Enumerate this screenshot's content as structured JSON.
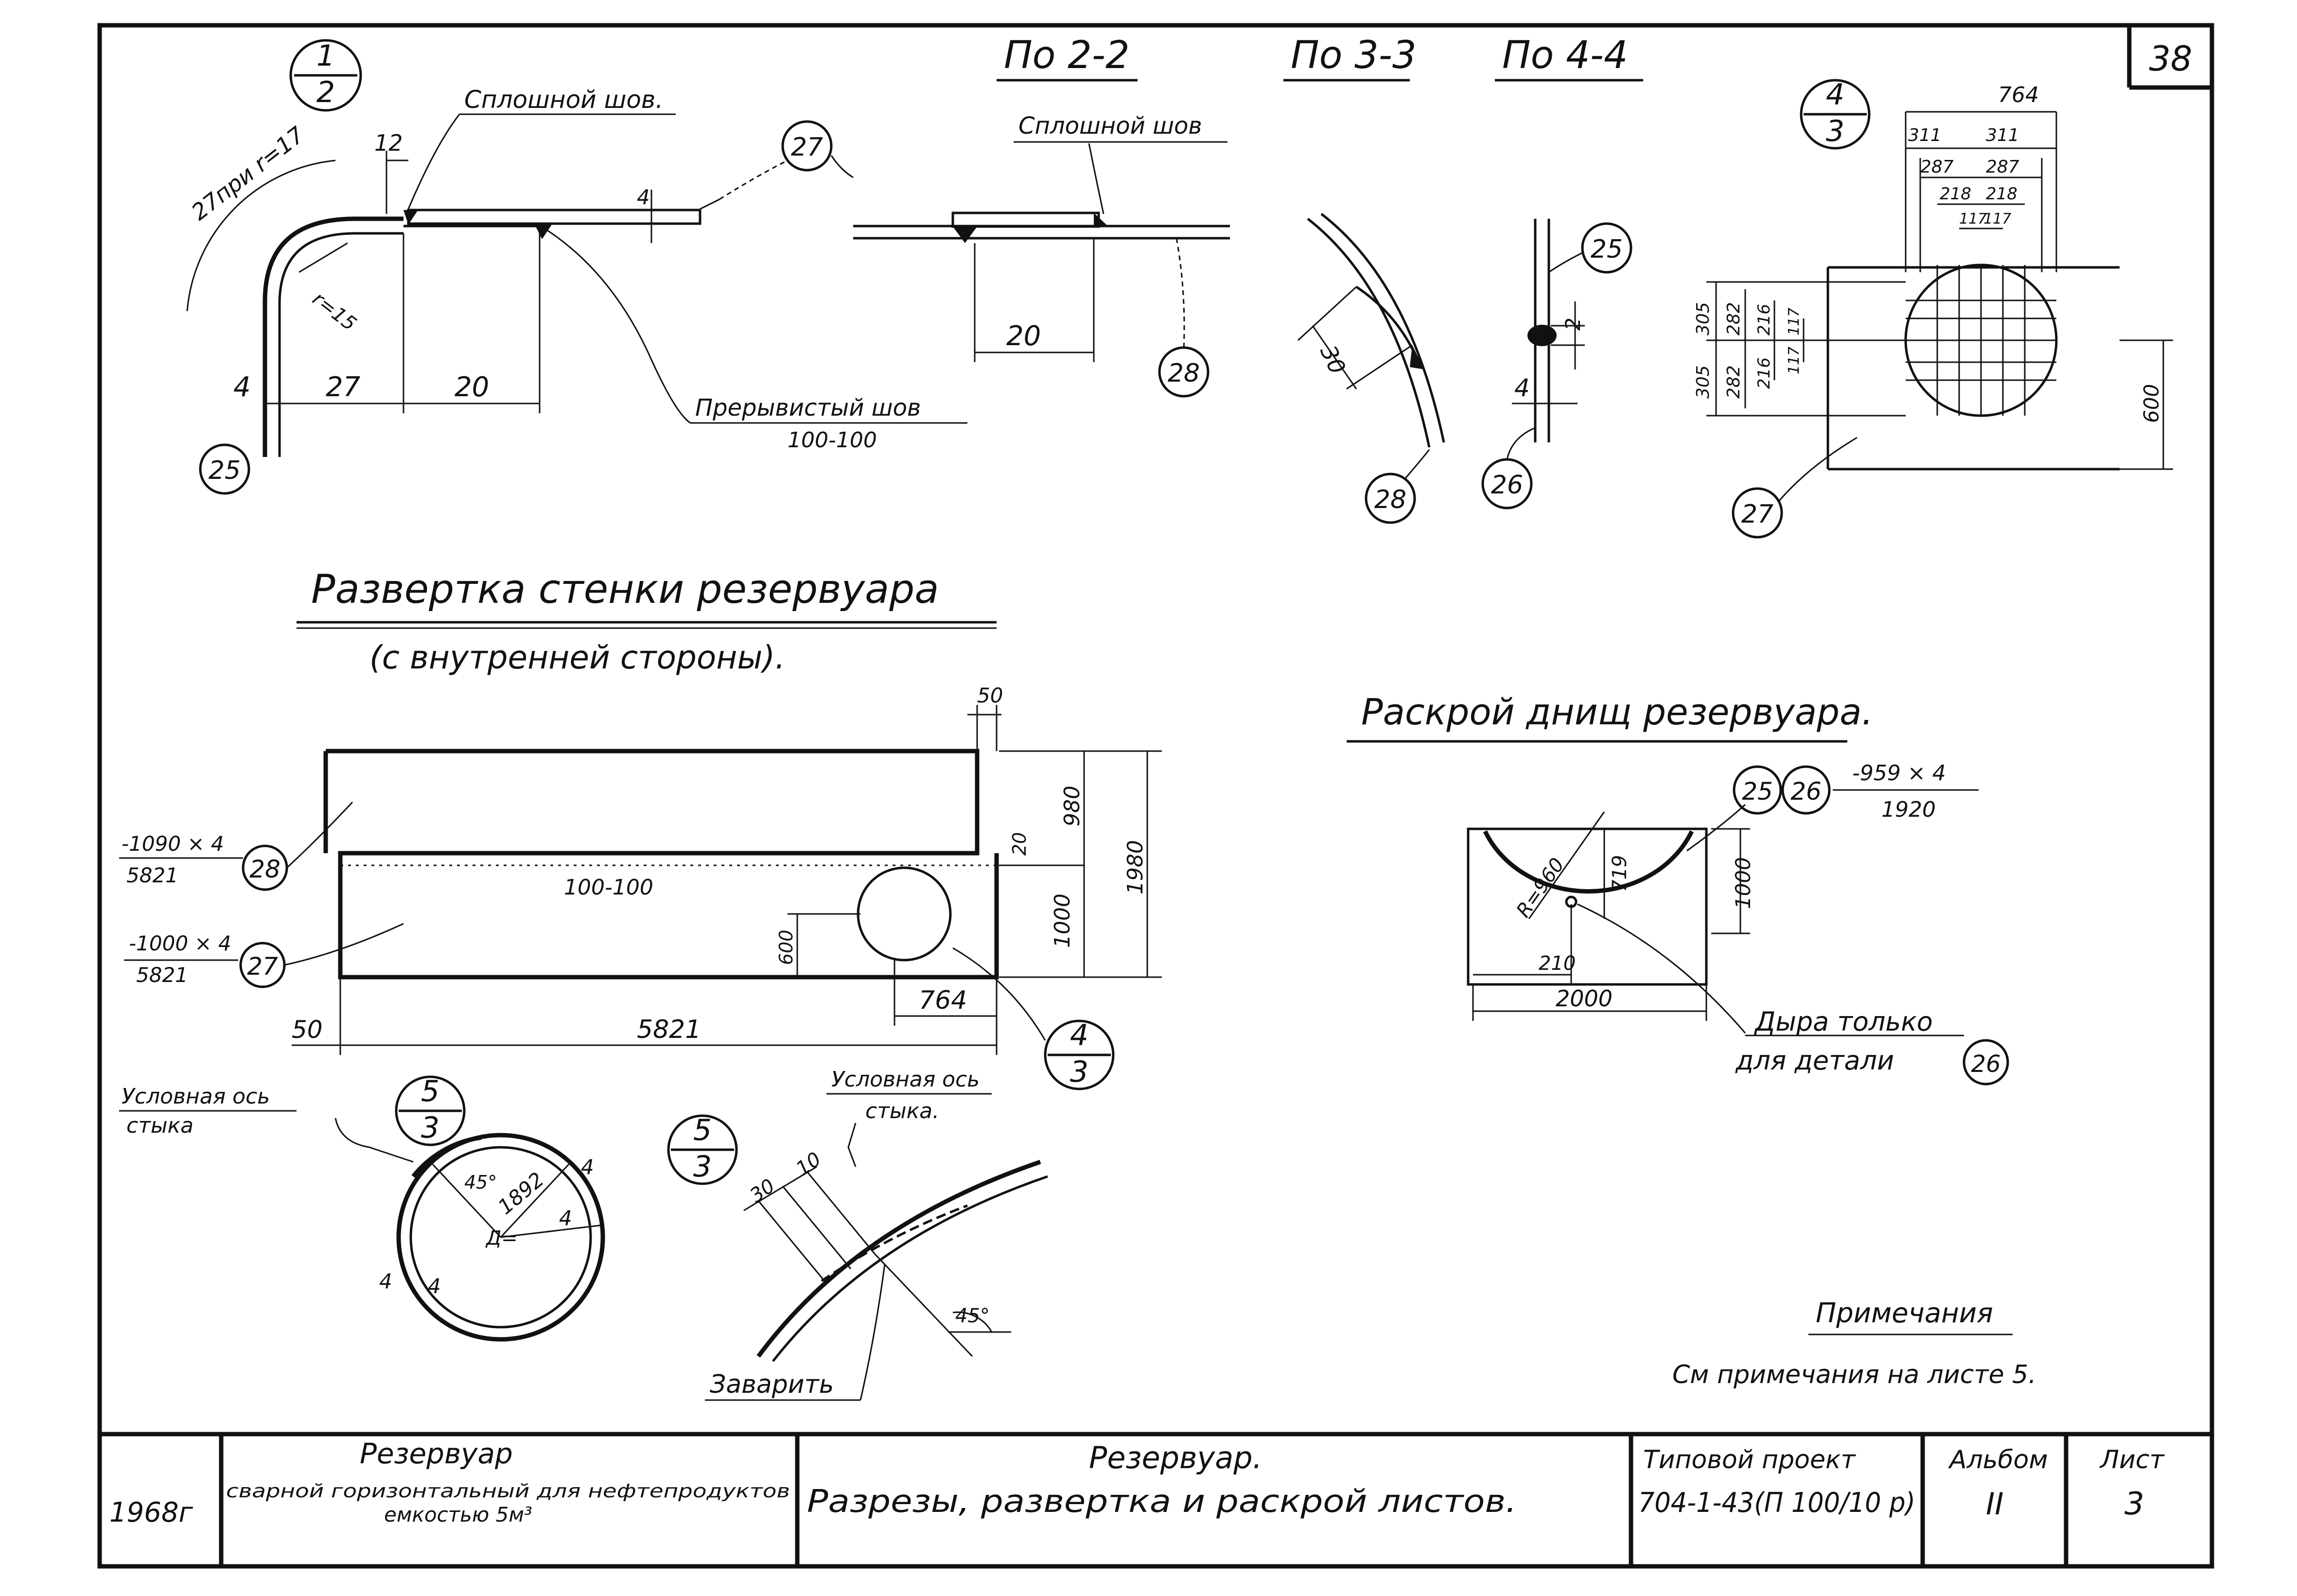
{
  "sheet": {
    "sheet_number": "38",
    "frame_color": "#111111",
    "paper_color": "#ffffff"
  },
  "titles": {
    "section_2": "По 2-2",
    "section_3": "По 3-3",
    "section_4": "По 4-4",
    "wall_unfolding": "Развертка стенки резервуара",
    "wall_unfolding_sub": "(с внутренней стороны).",
    "bottom_cutting": "Раскрой днищ резервуара."
  },
  "callouts": {
    "c1": {
      "top": "1",
      "bottom": "2"
    },
    "c43_top": {
      "top": "4",
      "bottom": "3"
    },
    "c43_mid": {
      "top": "4",
      "bottom": "3"
    },
    "c53_left": {
      "top": "5",
      "bottom": "3"
    },
    "c53_right": {
      "top": "5",
      "bottom": "3"
    }
  },
  "part_marks": {
    "p25_det1": "25",
    "p27_det1": "27",
    "p28_sec2": "28",
    "p28_sec3": "28",
    "p25_sec4": "25",
    "p26_sec4": "26",
    "p27_det43": "27",
    "p28_wall": "28",
    "p27_wall": "27",
    "p25_bottom": "25",
    "p26_bottom": "26",
    "p26_hole": "26"
  },
  "detail_1_2": {
    "seam_label": "Сплошной шов.",
    "radius_label": "27при r=17",
    "dim_12": "12",
    "dim_r15": "r=15",
    "dim_4_top": "4",
    "dim_4_left": "4",
    "dim_27": "27",
    "dim_20": "20",
    "interrupted_label": "Прерывистый шов",
    "interrupted_value": "100-100"
  },
  "section_2_2": {
    "seam_label": "Сплошной шов",
    "dim_20": "20"
  },
  "section_3_3": {
    "dim_30": "30"
  },
  "section_4_4": {
    "dim_2": "2",
    "dim_4": "4"
  },
  "detail_4_3": {
    "dim_764": "764",
    "dim_311_a": "311",
    "dim_311_b": "311",
    "dim_287_a": "287",
    "dim_287_b": "287",
    "dim_218_a": "218",
    "dim_218_b": "218",
    "dim_117_a": "117",
    "dim_117_b": "117",
    "dim_305_a": "305",
    "dim_305_b": "305",
    "dim_282_a": "282",
    "dim_282_b": "282",
    "dim_216_a": "216",
    "dim_216_b": "216",
    "dim_117_c": "117",
    "dim_117_d": "117",
    "dim_600": "600"
  },
  "wall": {
    "dim_50_top": "50",
    "dim_980": "980",
    "dim_1980": "1980",
    "dim_20": "20",
    "dim_1000": "1000",
    "dim_600": "600",
    "dim_764": "764",
    "dim_50_bottom": "50",
    "dim_5821": "5821",
    "seam_value": "100-100",
    "sheet_28_top": "-1090 × 4",
    "sheet_28_bottom": "5821",
    "sheet_27_top": "-1000 × 4",
    "sheet_27_bottom": "5821"
  },
  "ring": {
    "axis_label_1": "Условная ось",
    "axis_label_2": "стыка",
    "angle": "45°",
    "diameter": "1892",
    "diam_symbol": "Д=",
    "dim_4_a": "4",
    "dim_4_b": "4",
    "dim_4_c": "4",
    "dim_4_d": "4"
  },
  "joint": {
    "axis_label_1": "Условная ось",
    "axis_label_2": "стыка.",
    "dim_30": "30",
    "dim_10": "10",
    "angle": "45°",
    "weld_note": "Заварить"
  },
  "bottom": {
    "sheet_top": "-959 × 4",
    "sheet_bottom": "1920",
    "radius": "R=960",
    "dim_719": "719",
    "dim_1000": "1000",
    "dim_210": "210",
    "dim_2000": "2000",
    "hole_note_1": "Дыра только",
    "hole_note_2": "для детали"
  },
  "notes": {
    "heading": "Примечания",
    "text": "См примечания на листе 5."
  },
  "title_block": {
    "year": "1968г",
    "object_title": "Резервуар",
    "object_desc_1": "сварной горизонтальный для нефтепродуктов",
    "object_desc_2": "емкостью 5м³",
    "drawing_title": "Резервуар.",
    "drawing_desc": "Разрезы, развертка и раскрой листов.",
    "project_label": "Типовой проект",
    "project_number": "704-1-43(П 100/10 р)",
    "album_label": "Альбом",
    "album_value": "II",
    "sheet_label": "Лист",
    "sheet_value": "3"
  }
}
